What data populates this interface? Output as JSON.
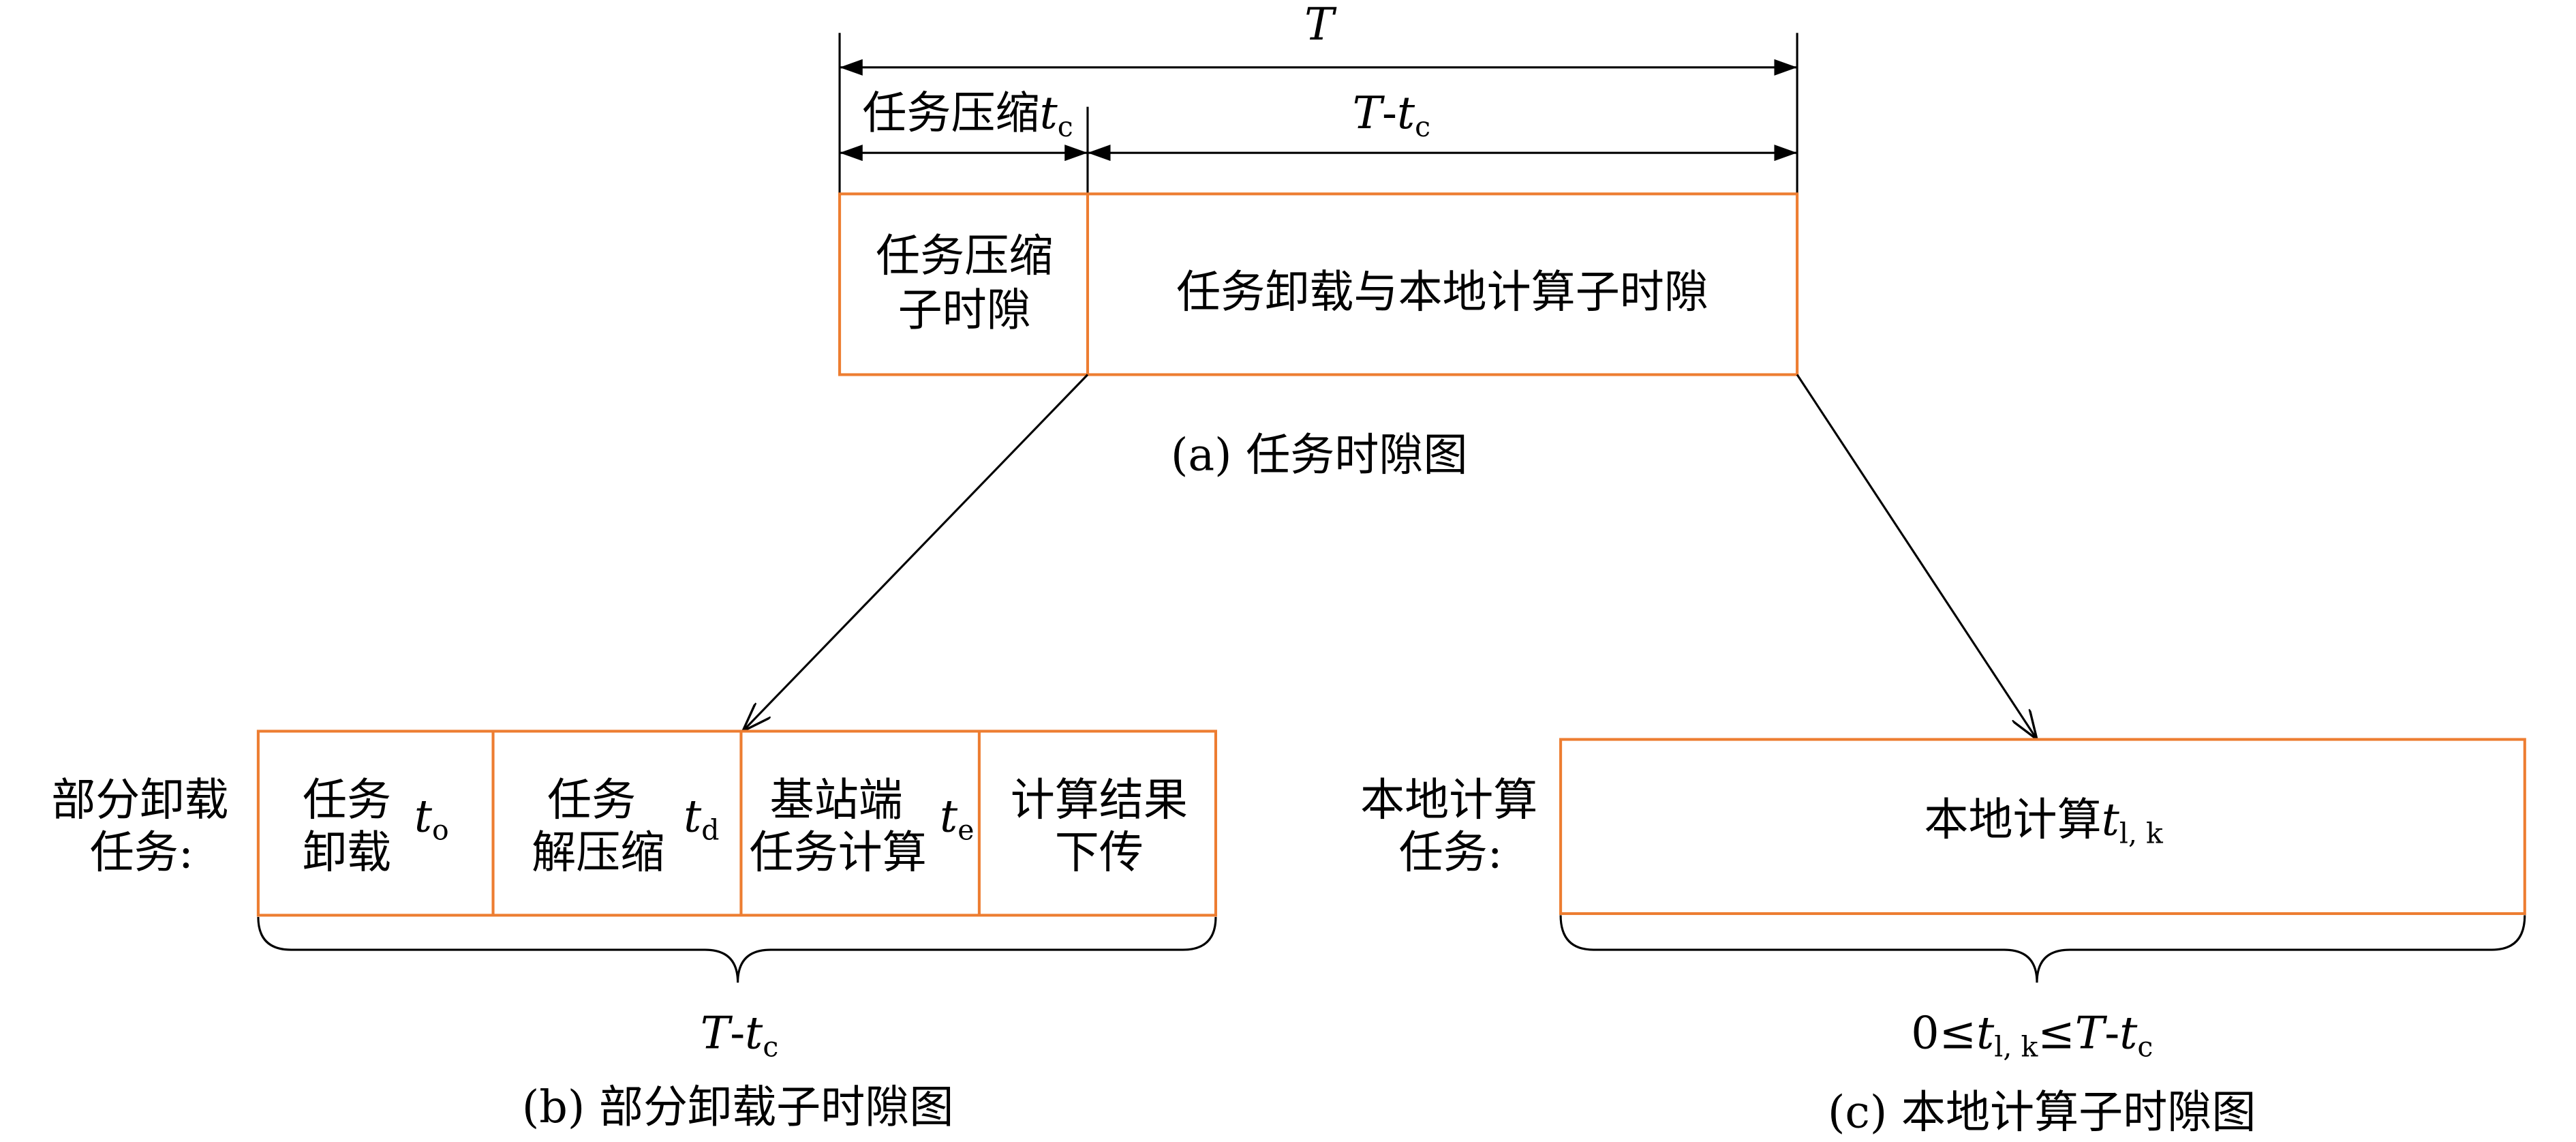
{
  "colors": {
    "box": "#ED7D31",
    "line": "#000000"
  },
  "top": {
    "total_label": "T",
    "compress_label": {
      "text": "任务压缩",
      "var": "t",
      "sub": "c"
    },
    "remaining_label": {
      "base": "T",
      "op": "-",
      "var": "t",
      "sub": "c"
    },
    "compress_cell": [
      "任务压缩",
      "子时隙"
    ],
    "offload_cell": "任务卸载与本地计算子时隙",
    "caption": "(a) 任务时隙图"
  },
  "partial": {
    "row_label": [
      "部分卸载",
      "任务:"
    ],
    "cells": [
      {
        "lines": [
          "任务",
          "卸载"
        ],
        "var": "t",
        "sub": "o"
      },
      {
        "lines": [
          "任务",
          "解压缩"
        ],
        "var": "t",
        "sub": "d"
      },
      {
        "lines": [
          "基站端",
          "任务计算"
        ],
        "var": "t",
        "sub": "e"
      },
      {
        "lines": [
          "计算结果",
          "下传"
        ]
      }
    ],
    "brace_label": {
      "base": "T",
      "op": "-",
      "var": "t",
      "sub": "c"
    },
    "caption": "(b) 部分卸载子时隙图"
  },
  "local": {
    "row_label": [
      "本地计算",
      "任务:"
    ],
    "cell": {
      "text": "本地计算",
      "var": "t",
      "sub": "l, k"
    },
    "brace_label": {
      "lead": "0≤",
      "var": "t",
      "sub": "l, k",
      "op": "≤",
      "base": "T",
      "op2": "-",
      "var2": "t",
      "sub2": "c"
    },
    "caption": "(c) 本地计算子时隙图"
  }
}
